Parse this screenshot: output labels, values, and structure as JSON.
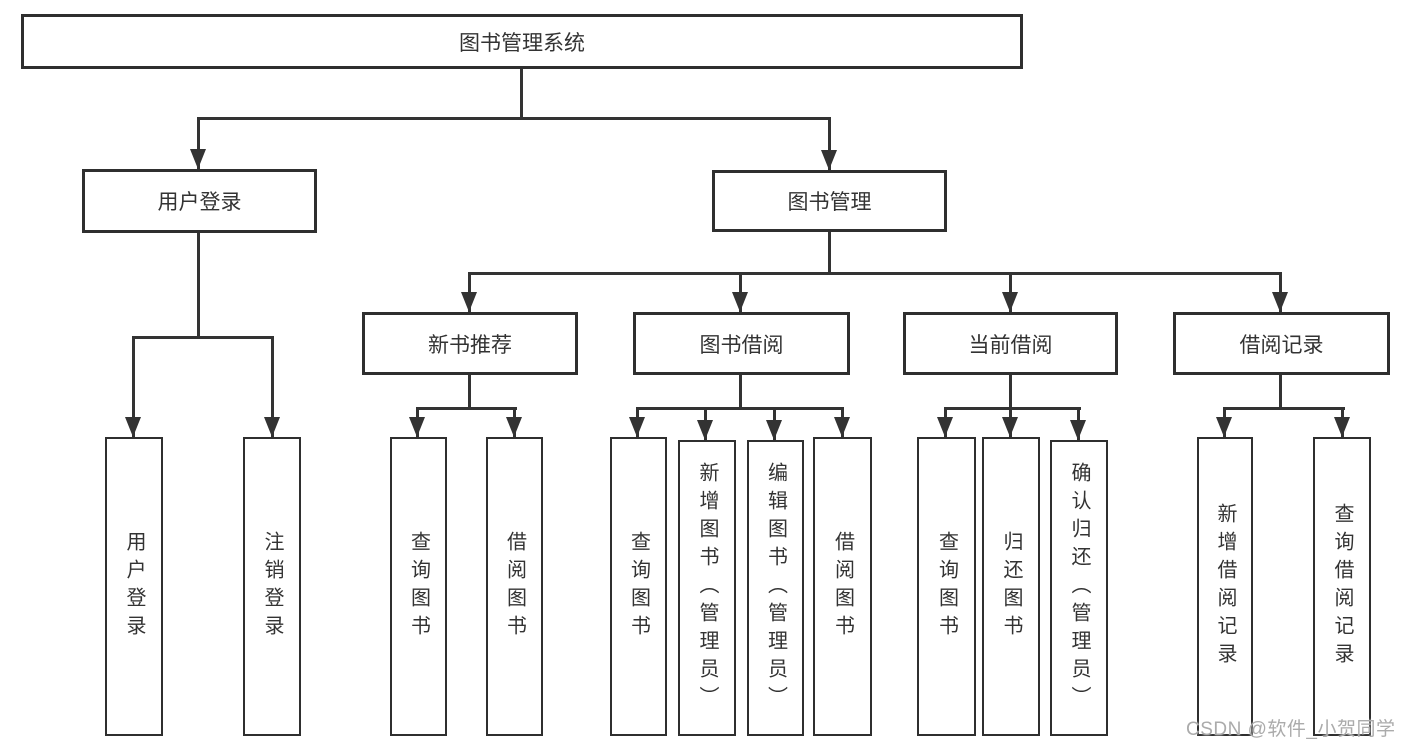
{
  "diagram": {
    "root": {
      "label": "图书管理系统"
    },
    "login": {
      "label": "用户登录",
      "children": [
        "用户登录",
        "注销登录"
      ]
    },
    "mgmt": {
      "label": "图书管理",
      "modules": [
        {
          "label": "新书推荐",
          "children": [
            "查询图书",
            "借阅图书"
          ]
        },
        {
          "label": "图书借阅",
          "children": [
            "查询图书",
            "新增图书（管理员）",
            "编辑图书（管理员）",
            "借阅图书"
          ]
        },
        {
          "label": "当前借阅",
          "children": [
            "查询图书",
            "归还图书",
            "确认归还（管理员）"
          ]
        },
        {
          "label": "借阅记录",
          "children": [
            "新增借阅记录",
            "查询借阅记录"
          ]
        }
      ]
    },
    "colors": {
      "line": "#333333",
      "box_border": "#2f2f2f",
      "background": "#ffffff",
      "watermark": "#ababab"
    },
    "watermark": "CSDN @软件_小贺同学"
  }
}
